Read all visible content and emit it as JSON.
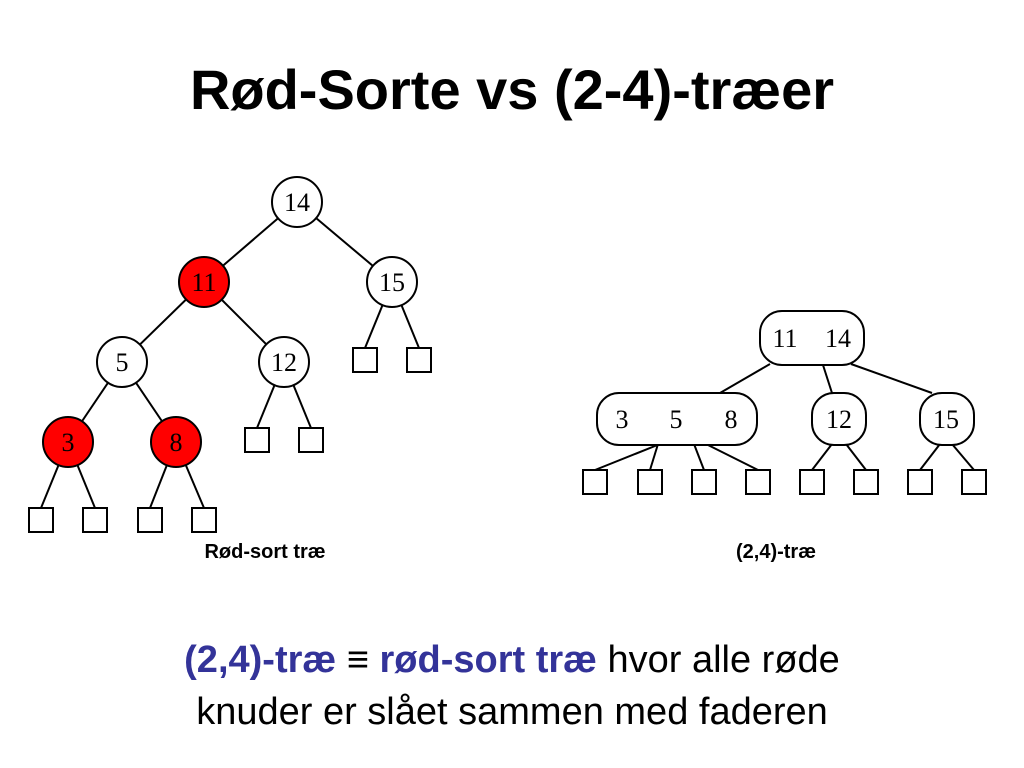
{
  "title": "Rød-Sorte vs (2-4)-træer",
  "colors": {
    "red_node": "#ff0000",
    "black_node": "#ffffff",
    "stroke": "#000000",
    "emphasis": "#333399"
  },
  "red_black_tree": {
    "caption": "Rød-sort træ",
    "nodes": [
      {
        "id": "n14",
        "label": "14",
        "color": "black"
      },
      {
        "id": "n11",
        "label": "11",
        "color": "red"
      },
      {
        "id": "n15",
        "label": "15",
        "color": "black"
      },
      {
        "id": "n5",
        "label": "5",
        "color": "black"
      },
      {
        "id": "n12",
        "label": "12",
        "color": "black"
      },
      {
        "id": "n3",
        "label": "3",
        "color": "red"
      },
      {
        "id": "n8",
        "label": "8",
        "color": "red"
      }
    ],
    "edges": [
      [
        "n14",
        "n11"
      ],
      [
        "n14",
        "n15"
      ],
      [
        "n11",
        "n5"
      ],
      [
        "n11",
        "n12"
      ],
      [
        "n5",
        "n3"
      ],
      [
        "n5",
        "n8"
      ]
    ],
    "leaf_count": 8
  },
  "two_four_tree": {
    "caption": "(2,4)-træ",
    "nodes": [
      {
        "id": "r",
        "keys": [
          "11",
          "14"
        ]
      },
      {
        "id": "a",
        "keys": [
          "3",
          "5",
          "8"
        ]
      },
      {
        "id": "b",
        "keys": [
          "12"
        ]
      },
      {
        "id": "c",
        "keys": [
          "15"
        ]
      }
    ],
    "edges": [
      [
        "r",
        "a"
      ],
      [
        "r",
        "b"
      ],
      [
        "r",
        "c"
      ]
    ],
    "leaf_count": 8
  },
  "bottom": {
    "part1": "(2,4)-træ",
    "symbol": " ≡ ",
    "part2": "rød-sort træ",
    "part3": " hvor alle røde",
    "line2": "knuder er slået sammen med faderen"
  }
}
